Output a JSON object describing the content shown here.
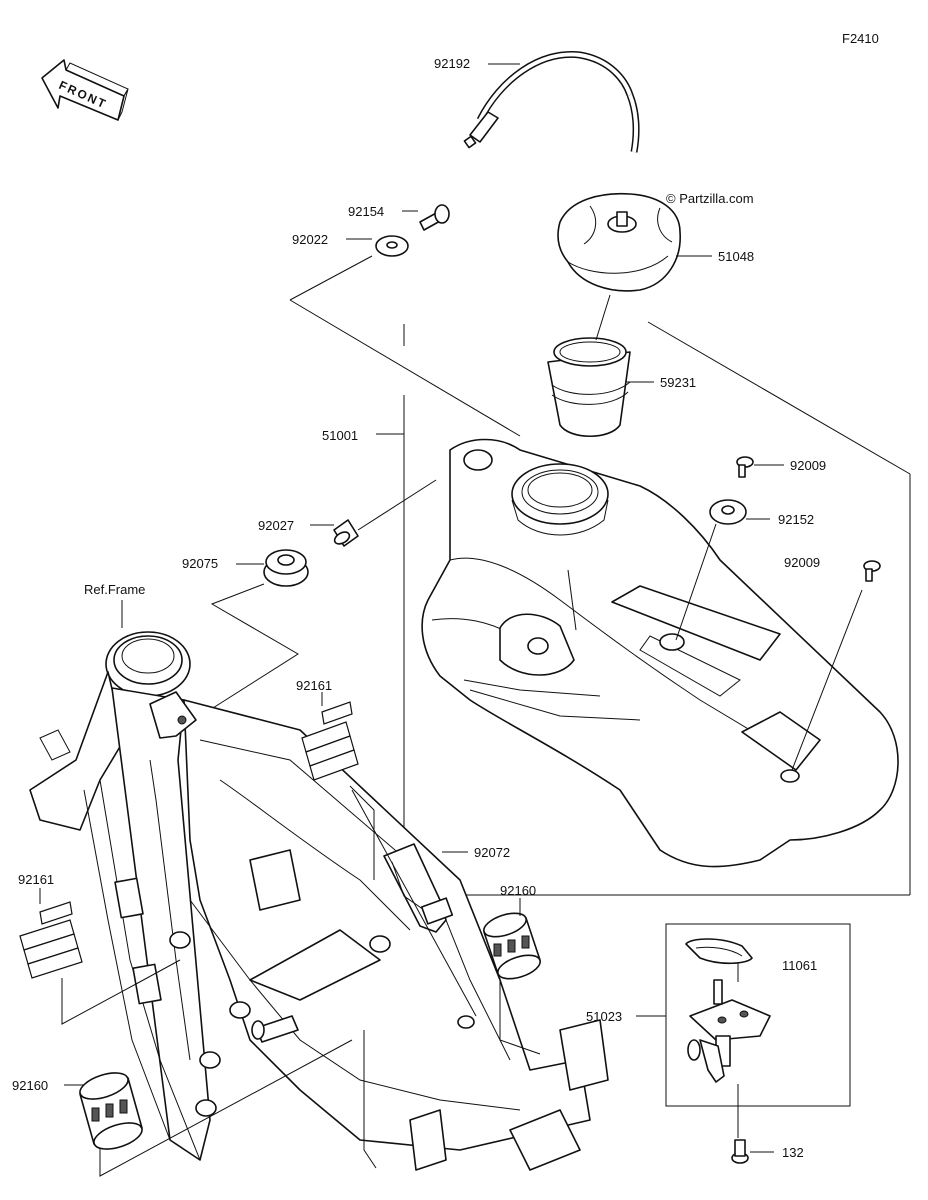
{
  "diagram": {
    "code": "F2410",
    "copyright": "© Partzilla.com",
    "front_label": "FRONT",
    "ref_frame_label": "Ref.Frame",
    "parts": {
      "p92192": "92192",
      "p92154": "92154",
      "p92022": "92022",
      "p51048": "51048",
      "p59231": "59231",
      "p51001": "51001",
      "p92009a": "92009",
      "p92152": "92152",
      "p92009b": "92009",
      "p92027": "92027",
      "p92075": "92075",
      "p92161a": "92161",
      "p92072": "92072",
      "p92161b": "92161",
      "p92160a": "92160",
      "p11061": "11061",
      "p51023": "51023",
      "p92160b": "92160",
      "p132": "132"
    }
  }
}
